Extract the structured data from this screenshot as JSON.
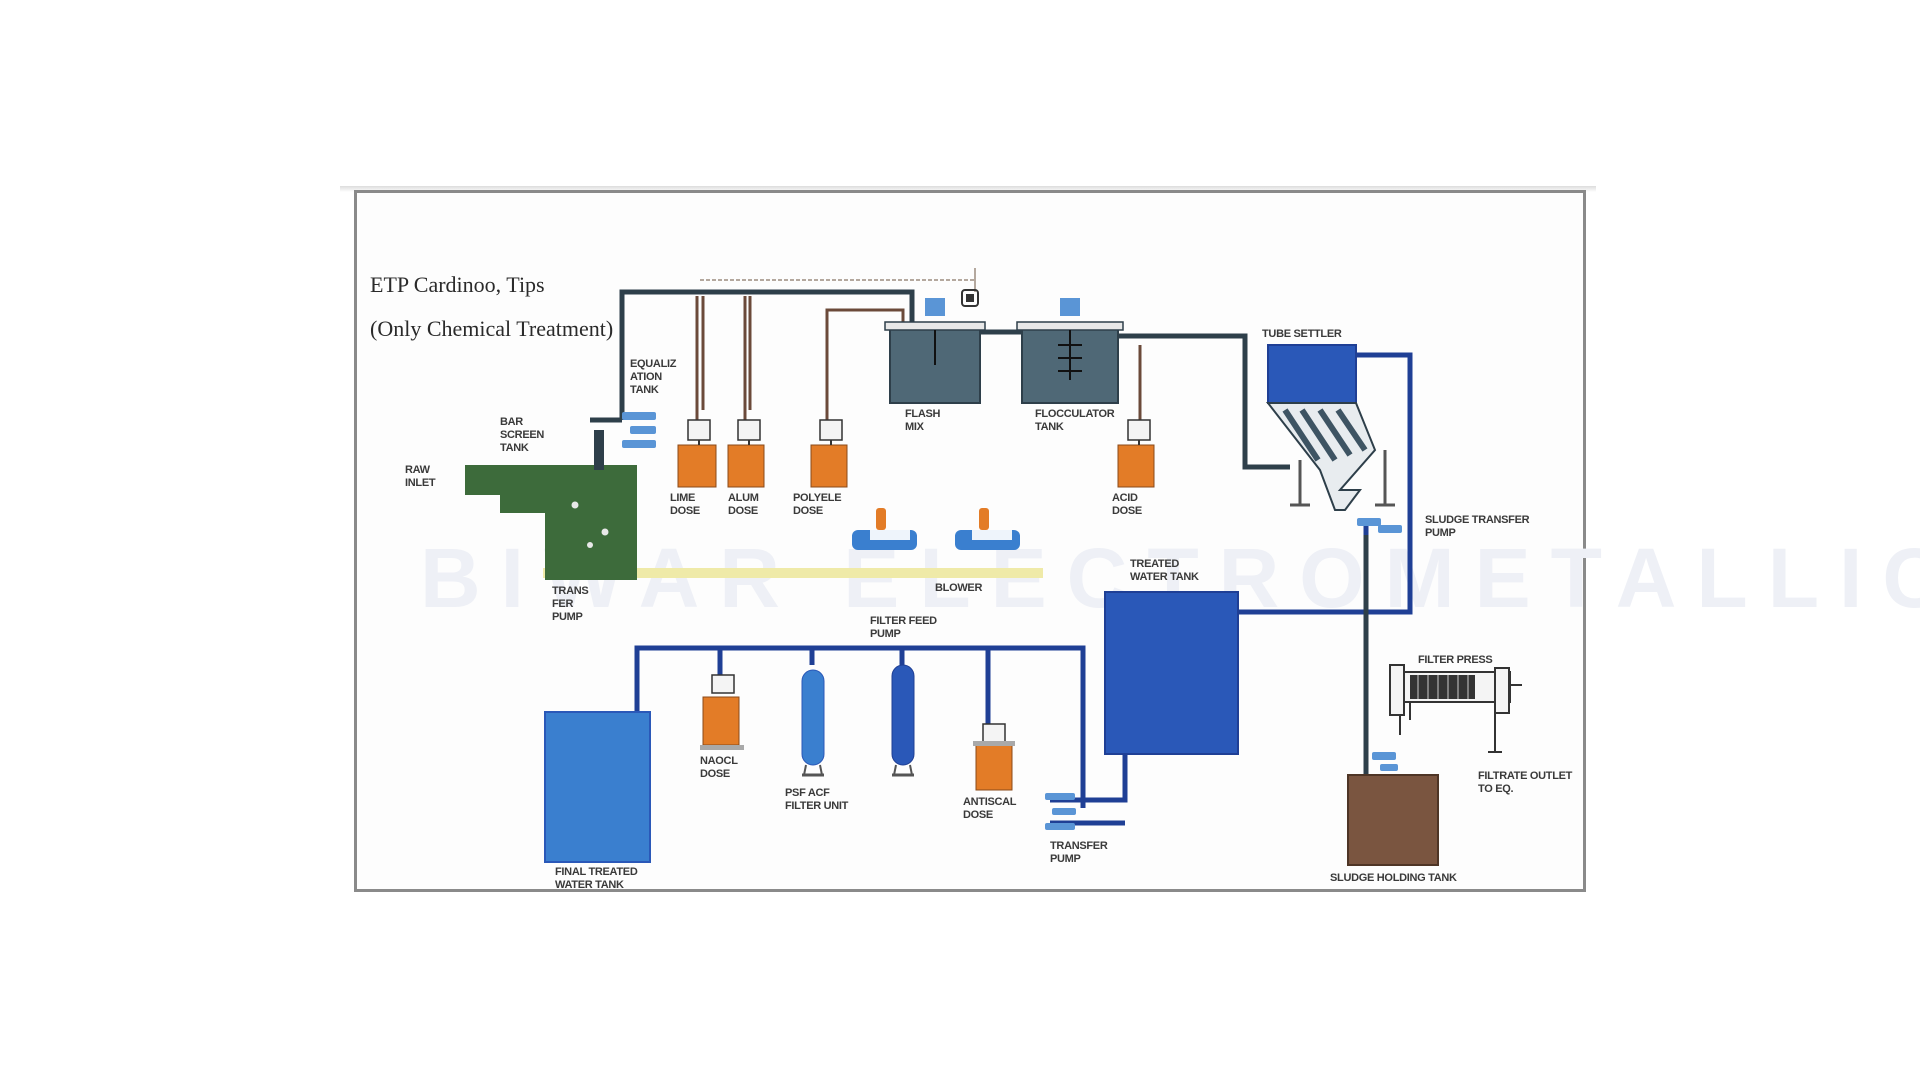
{
  "diagram": {
    "title_line1": "ETP Cardinoo, Tips",
    "title_line2": "(Only Chemical Treatment)",
    "watermark": "BIWAR ELECTROMETALLIC",
    "labels": {
      "raw_inlet": "RAW\nINLET",
      "bar_screen": "BAR\nSCREEN\nTANK",
      "equalization": "EQUALIZ\nATION\nTANK",
      "transfer_pump": "TRANS\nFER\nPUMP",
      "dosing1": "LIME\nDOSE",
      "dosing2": "ALUM\nDOSE",
      "dosing3": "POLYELE\nDOSE",
      "flash_mixer": "FLASH\nMIX",
      "flocculator": "FLOCCULATOR\nTANK",
      "dosing4": "ACID\nDOSE",
      "blower": "BLOWER",
      "tube_settler": "TUBE SETTLER",
      "sludge_transfer": "SLUDGE TRANSFER\nPUMP",
      "treated_tank": "TREATED\nWATER TANK",
      "filter_feed": "FILTER FEED\nPUMP",
      "sodium_dose": "NAOCL\nDOSE",
      "psf_acf": "PSF ACF\nFILTER UNIT",
      "softener_dose": "ANTISCAL\nDOSE",
      "transfer_pump2": "TRANSFER\nPUMP",
      "final_tank": "FINAL TREATED\nWATER TANK",
      "filter_press": "FILTER PRESS",
      "filtrate_out": "FILTRATE OUTLET\nTO EQ.",
      "sludge_tank": "SLUDGE HOLDING TANK"
    },
    "colors": {
      "pipe_dark": "#2e3f4a",
      "pipe_blue": "#1f3f95",
      "green_tank": "#3d6b3b",
      "orange_tank": "#e37c27",
      "blue_tank": "#3a7fcf",
      "dark_blue_tank": "#2a58b8",
      "slate_tank": "#4f6876",
      "brown_tank": "#7a5540",
      "yellow_line": "#efeaa8"
    }
  }
}
